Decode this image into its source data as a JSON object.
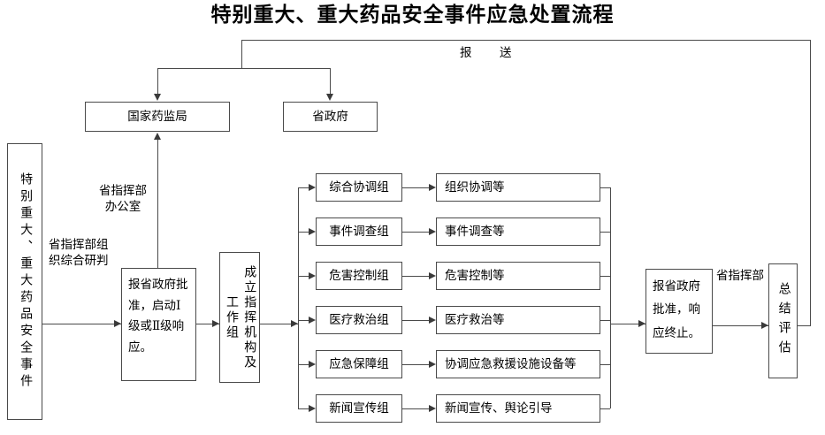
{
  "title": "特别重大、重大药品安全事件应急处置流程",
  "report_label": "报　送",
  "top_boxes": [
    {
      "label": "国家药监局"
    },
    {
      "label": "省政府"
    }
  ],
  "source_box": {
    "label": "特别重大、重大药品安全事件"
  },
  "connector_labels": {
    "provincial_office": "省指挥部\n办公室",
    "comprehensive_assessment": "省指挥部组\n织综合研判",
    "provincial_command": "省指挥部"
  },
  "process_boxes": {
    "approve_start": "报省政府批准，启动Ⅰ级或Ⅱ级响应。",
    "establish_command": "成立指挥机构及工作组",
    "approve_terminate": "报省政府批准，响应终止。",
    "summary_eval": "总结评估"
  },
  "work_groups": [
    {
      "group": "综合协调组",
      "duty": "组织协调等"
    },
    {
      "group": "事件调查组",
      "duty": "事件调查等"
    },
    {
      "group": "危害控制组",
      "duty": "危害控制等"
    },
    {
      "group": "医疗救治组",
      "duty": "医疗救治等"
    },
    {
      "group": "应急保障组",
      "duty": "协调应急救援设施设备等"
    },
    {
      "group": "新闻宣传组",
      "duty": "新闻宣传、舆论引导"
    }
  ],
  "colors": {
    "line": "#4a4a4a",
    "text": "#000000",
    "background": "#ffffff"
  }
}
